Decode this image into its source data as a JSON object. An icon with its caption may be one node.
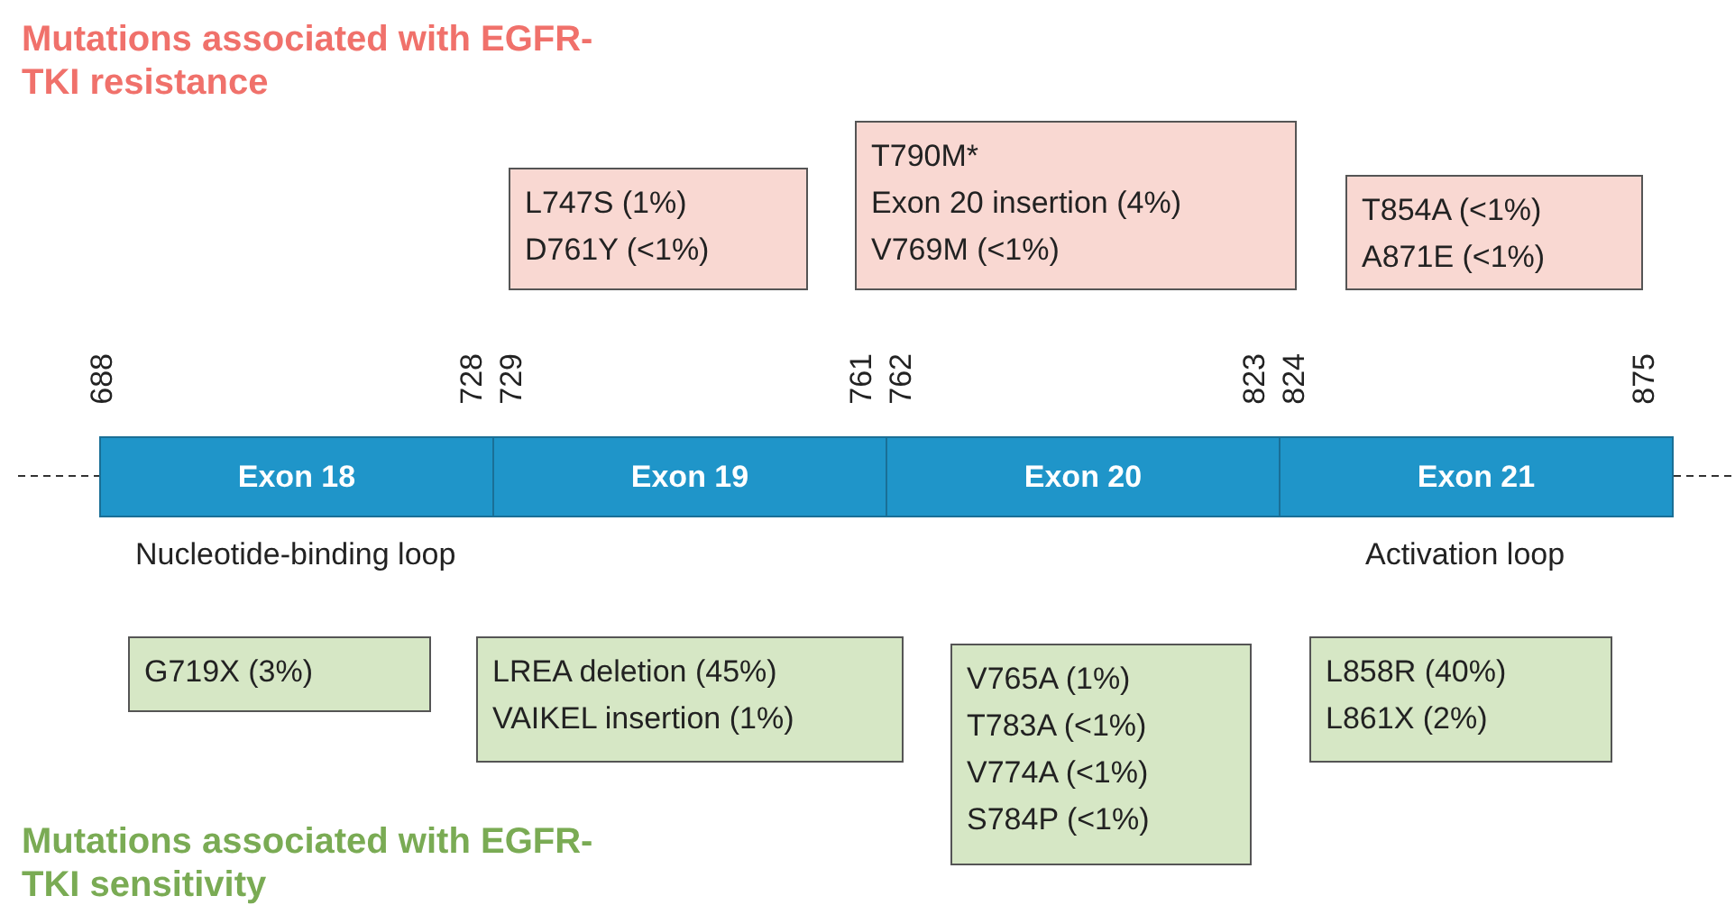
{
  "diagram": {
    "nodes": [
      {
        "text": [
          "Exon 18"
        ]
      },
      {
        "text": [
          "Exon 19"
        ]
      },
      {
        "text": [
          "Exon 20"
        ]
      },
      {
        "text": [
          "Exon 21"
        ]
      },
      {
        "text": [
          "L747S (1%)",
          "D761Y (<1%)"
        ]
      },
      {
        "text": [
          "T790M*",
          "Exon 20 insertion (4%)",
          "V769M (<1%)"
        ]
      },
      {
        "text": [
          "T854A (<1%)",
          "A871E (<1%)"
        ]
      },
      {
        "text": [
          "G719X (3%)"
        ]
      },
      {
        "text": [
          "LREA deletion (45%)",
          "VAIKEL insertion (1%)"
        ]
      },
      {
        "text": [
          "V765A (1%)",
          "T783A (<1%)",
          "V774A (<1%)",
          "S784P (<1%)"
        ]
      },
      {
        "text": [
          "L858R (40%)",
          "L861X (2%)"
        ]
      }
    ],
    "edges": [],
    "labels": [
      "Mutations associated with EGFR-TKI resistance",
      "688",
      "728",
      "729",
      "761",
      "762",
      "823",
      "824",
      "875",
      "Nucleotide-binding loop",
      "Activation loop",
      "Mutations associated with EGFR-TKI sensitivity"
    ]
  }
}
